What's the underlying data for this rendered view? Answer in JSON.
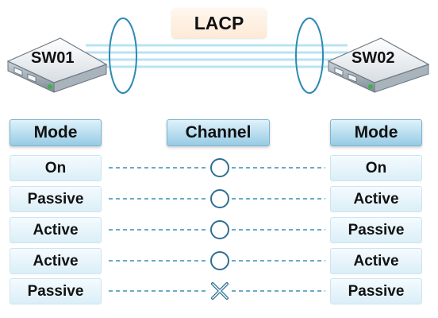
{
  "title": "LACP",
  "switches": {
    "left": "SW01",
    "right": "SW02"
  },
  "headers": {
    "left": "Mode",
    "center": "Channel",
    "right": "Mode"
  },
  "rows": [
    {
      "left": "On",
      "right": "On",
      "channel": "forms"
    },
    {
      "left": "Passive",
      "right": "Active",
      "channel": "forms"
    },
    {
      "left": "Active",
      "right": "Passive",
      "channel": "forms"
    },
    {
      "left": "Active",
      "right": "Active",
      "channel": "forms"
    },
    {
      "left": "Passive",
      "right": "Passive",
      "channel": "fails"
    }
  ],
  "channel_icons": {
    "forms": "circle-icon",
    "fails": "x-mark-icon"
  },
  "colors": {
    "link": "#b8e3f2",
    "lag_ring": "#2d8ab3",
    "dashed": "#3a8fb5",
    "header": "#96cbe4",
    "cell": "#dbeef7",
    "title_bg": "#fde9d6"
  }
}
